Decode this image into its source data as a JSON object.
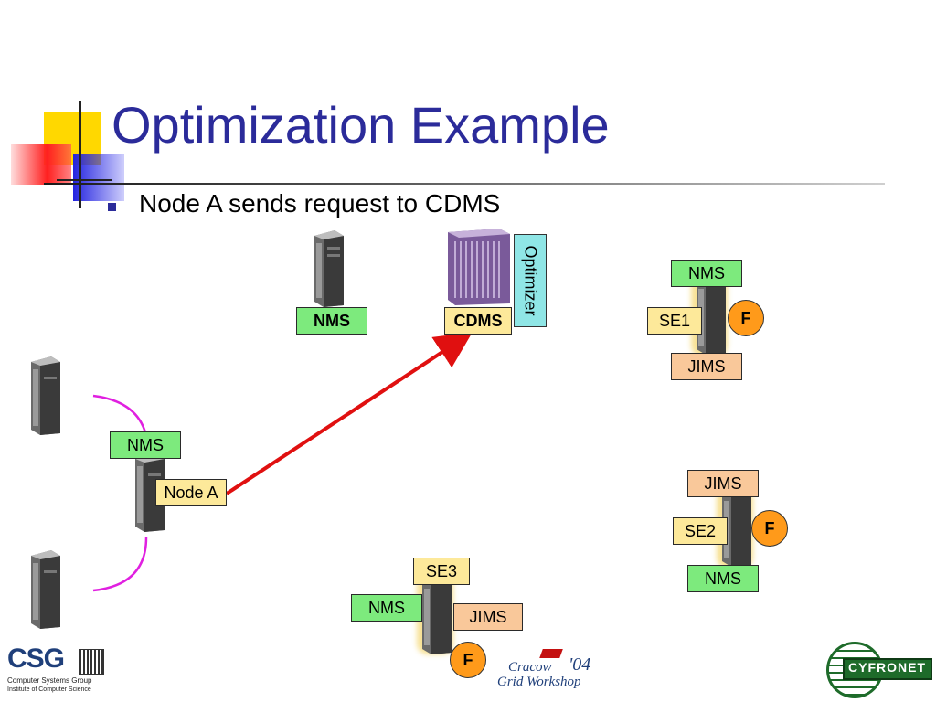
{
  "slide": {
    "title": "Optimization Example",
    "bullet": "Node A sends request to CDMS"
  },
  "diagram": {
    "cdms": {
      "label": "CDMS",
      "optimizer": "Optimizer"
    },
    "nms_top": "NMS",
    "node_a": {
      "label": "Node A",
      "nms": "NMS"
    },
    "se1": {
      "se": "SE1",
      "nms": "NMS",
      "jims": "JIMS",
      "f": "F"
    },
    "se2": {
      "se": "SE2",
      "nms": "NMS",
      "jims": "JIMS",
      "f": "F"
    },
    "se3": {
      "se": "SE3",
      "nms": "NMS",
      "jims": "JIMS",
      "f": "F"
    }
  },
  "footer": {
    "csg": "CSG",
    "csg_line1": "Computer Systems Group",
    "csg_line2": "Institute of Computer Science",
    "workshop_line1": "Cracow",
    "workshop_year": "'04",
    "workshop_line2": "Grid Workshop",
    "cyfronet": "CYFRONET"
  },
  "colors": {
    "title": "#2b2b9a",
    "label_green": "#7dea7d",
    "label_yellow": "#fde99a",
    "label_orange": "#f9c89a",
    "f_circle": "#ff9a1a",
    "arrow": "#e01010",
    "arc": "#e020e0",
    "optimizer": "#8fe6e6"
  }
}
